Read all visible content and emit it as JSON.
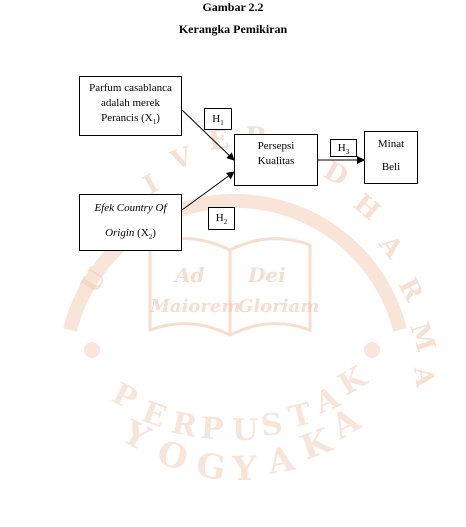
{
  "header": {
    "figure_number": "Gambar 2.2",
    "figure_title": "Kerangka Pemikiran"
  },
  "diagram": {
    "node_x1": {
      "line1": "Parfum casablanca",
      "line2": "adalah merek",
      "line3_prefix": "Perancis (X",
      "line3_sub": "1",
      "line3_suffix": ")"
    },
    "node_x2": {
      "line1": "Efek Country Of",
      "line2_italic": "Origin",
      "line2_prefix": " (X",
      "line2_sub": "2",
      "line2_suffix": ")"
    },
    "node_persepsi": {
      "line1": "Persepsi",
      "line2": "Kualitas"
    },
    "node_minat": {
      "line1": "Minat",
      "line2": "Beli"
    },
    "h1": {
      "letter": "H",
      "sub": "1"
    },
    "h2": {
      "letter": "H",
      "sub": "2"
    },
    "h3": {
      "letter": "H",
      "sub": "3"
    }
  },
  "watermark": {
    "motto_line1": "Ad  Dei",
    "motto_line2": "Maiorem  Gloriam",
    "arc_top": "UNIVERSITAS SANATA DHARMA",
    "arc_bottom": "PERPUSTAKAAN YOGYAKARTA",
    "color": "#f2c9b0"
  }
}
